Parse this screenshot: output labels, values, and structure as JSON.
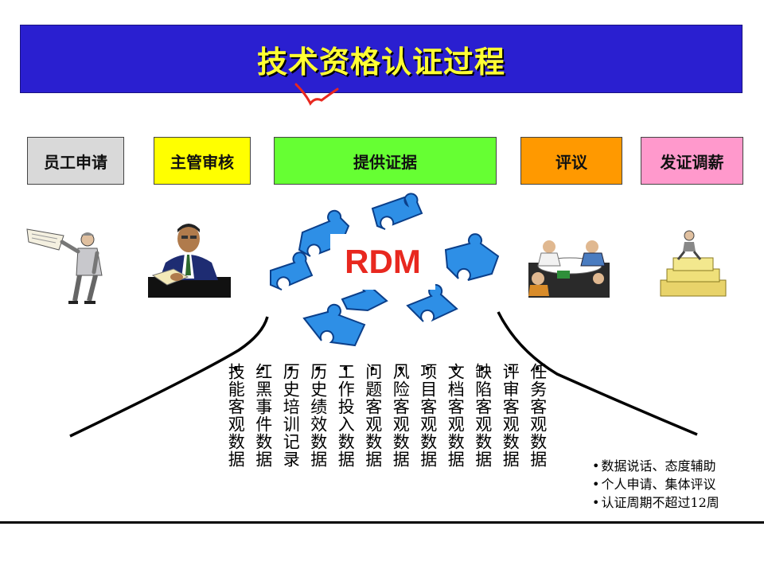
{
  "title": "技术资格认证过程",
  "steps": [
    {
      "label": "员工申请",
      "color": "#d9d9d9"
    },
    {
      "label": "主管审核",
      "color": "#ffff00"
    },
    {
      "label": "提供证据",
      "color": "#66ff33"
    },
    {
      "label": "评议",
      "color": "#ff9900"
    },
    {
      "label": "发证调薪",
      "color": "#ff99cc"
    }
  ],
  "center_label": "RDM",
  "illustrations": [
    "person-with-paper-icon",
    "manager-at-desk-icon",
    "puzzle-pieces-icon",
    "meeting-group-icon",
    "person-on-stairs-icon"
  ],
  "evidence_items": [
    "技能客观数据",
    "红黑事件数据",
    "历史培训记录",
    "历史绩效数据",
    "工作投入数据",
    "问题客观数据",
    "风险客观数据",
    "项目客观数据",
    "文档客观数据",
    "缺陷客观数据",
    "评审客观数据",
    "任务客观数据"
  ],
  "notes": [
    "数据说话、态度辅助",
    "个人申请、集体评议",
    "认证周期不超过12周"
  ],
  "colors": {
    "banner": "#2a1fd0",
    "title": "#ffff33",
    "rdm": "#e8281f",
    "puzzle": "#2e8fe6",
    "accent_mark": "#e8281f"
  }
}
